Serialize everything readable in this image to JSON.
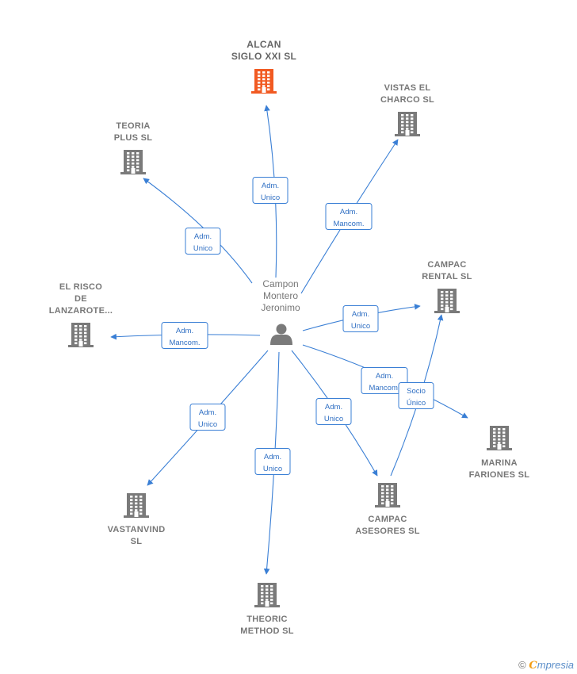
{
  "person": {
    "name_lines": [
      "Campon",
      "Montero",
      "Jeronimo"
    ]
  },
  "companies": [
    {
      "id": "alcan",
      "lines": [
        "ALCAN",
        "SIGLO XXI  SL"
      ],
      "color": "#f15a22",
      "main": true
    },
    {
      "id": "vistas",
      "lines": [
        "VISTAS EL",
        "CHARCO  SL"
      ],
      "color": "#7a7a7a"
    },
    {
      "id": "teoria",
      "lines": [
        "TEORIA",
        "PLUS  SL"
      ],
      "color": "#7a7a7a"
    },
    {
      "id": "campac-rental",
      "lines": [
        "CAMPAC",
        "RENTAL  SL"
      ],
      "color": "#7a7a7a"
    },
    {
      "id": "el-risco",
      "lines": [
        "EL RISCO",
        "DE",
        "LANZAROTE..."
      ],
      "color": "#7a7a7a"
    },
    {
      "id": "marina",
      "lines": [
        "MARINA",
        "FARIONES  SL"
      ],
      "color": "#7a7a7a"
    },
    {
      "id": "vastanvind",
      "lines": [
        "VASTANVIND",
        "SL"
      ],
      "color": "#7a7a7a"
    },
    {
      "id": "campac-asesores",
      "lines": [
        "CAMPAC",
        "ASESORES  SL"
      ],
      "color": "#7a7a7a"
    },
    {
      "id": "theoric",
      "lines": [
        "THEORIC",
        "METHOD  SL"
      ],
      "color": "#7a7a7a"
    }
  ],
  "edges": [
    {
      "id": "to-alcan",
      "lines": [
        "Adm.",
        "Unico"
      ]
    },
    {
      "id": "to-vistas",
      "lines": [
        "Adm.",
        "Mancom."
      ]
    },
    {
      "id": "to-teoria",
      "lines": [
        "Adm.",
        "Unico"
      ]
    },
    {
      "id": "to-campac-rental",
      "lines": [
        "Adm.",
        "Unico"
      ]
    },
    {
      "id": "to-el-risco",
      "lines": [
        "Adm.",
        "Mancom."
      ]
    },
    {
      "id": "to-marina",
      "lines": [
        "Adm.",
        "Mancom."
      ]
    },
    {
      "id": "to-vastanvind",
      "lines": [
        "Adm.",
        "Unico"
      ]
    },
    {
      "id": "to-campac-asesores",
      "lines": [
        "Adm.",
        "Unico"
      ]
    },
    {
      "id": "to-theoric",
      "lines": [
        "Adm.",
        "Unico"
      ]
    },
    {
      "id": "asesores-to-rental",
      "lines": [
        "Socio",
        "Único"
      ]
    }
  ],
  "footer": {
    "copyright": "©",
    "brand_initial": "C",
    "brand_rest": "mpresia"
  },
  "colors": {
    "edge": "#3a7fd5",
    "building": "#7a7a7a",
    "building_main": "#f15a22",
    "person": "#7a7a7a"
  }
}
